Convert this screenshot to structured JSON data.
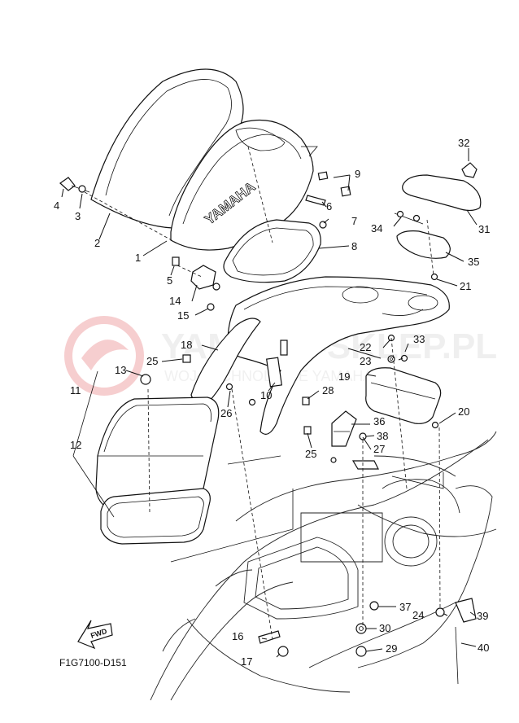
{
  "diagram": {
    "drawing_code": "F1G7100-D151",
    "brand_text": "YAMAHA",
    "fwd_text": "FWD",
    "watermark_main": "YAMAHA-SKLEP.PL",
    "watermark_sub": "WOJ-TECHNOLOGIE YAMAHA",
    "callouts": [
      "1",
      "2",
      "3",
      "4",
      "5",
      "6",
      "7",
      "8",
      "9",
      "10",
      "11",
      "12",
      "13",
      "14",
      "15",
      "16",
      "17",
      "18",
      "19",
      "20",
      "21",
      "22",
      "23",
      "24",
      "25",
      "25",
      "26",
      "27",
      "28",
      "29",
      "30",
      "31",
      "32",
      "33",
      "34",
      "35",
      "36",
      "37",
      "38",
      "39",
      "40"
    ]
  }
}
